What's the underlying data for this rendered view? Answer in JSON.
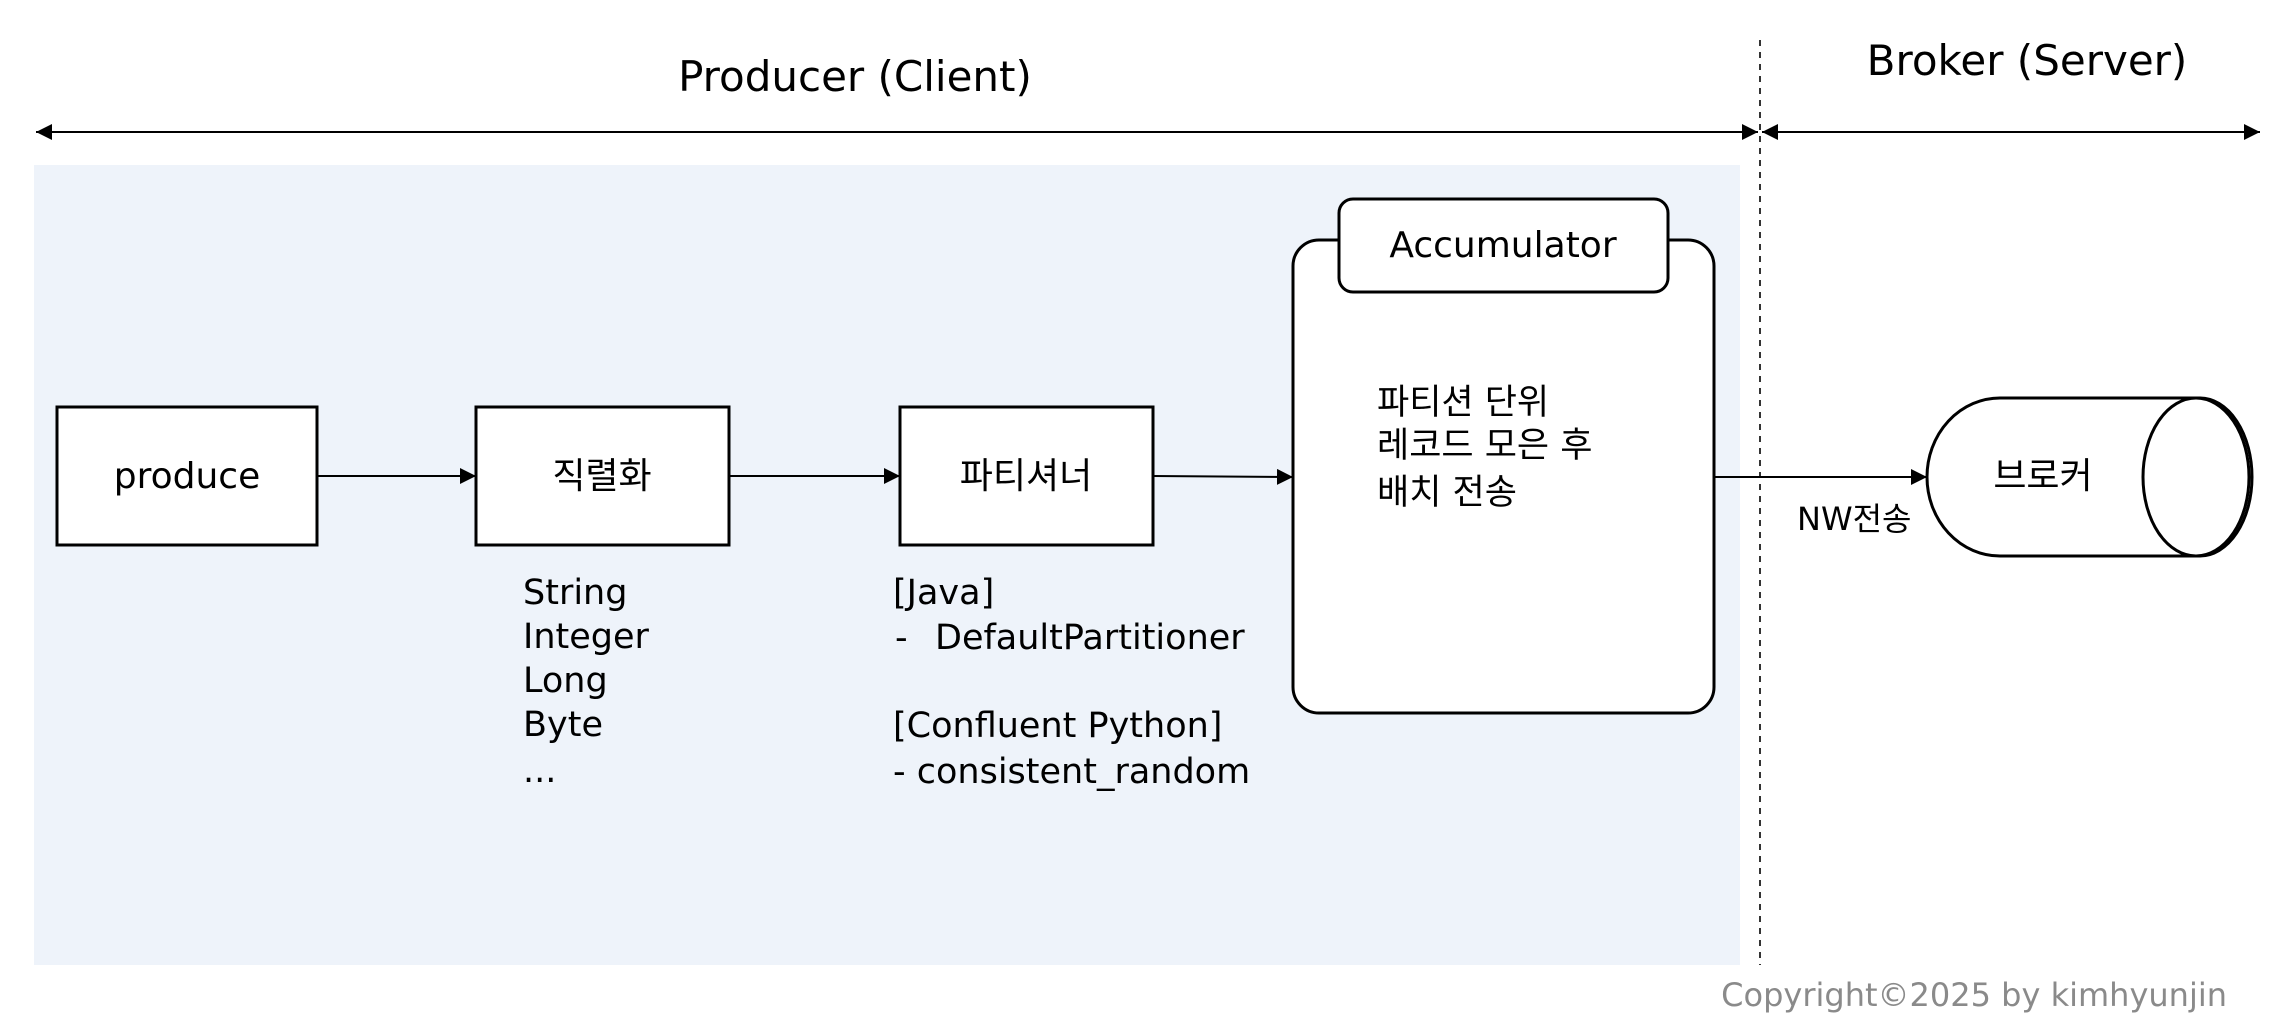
{
  "sections": {
    "producer_title": "Producer (Client)",
    "broker_title": "Broker (Server)"
  },
  "pipeline": {
    "produce": "produce",
    "serializer": "직렬화",
    "partitioner": "파티셔너",
    "accumulator_title": "Accumulator",
    "accumulator_desc": [
      "파티션 단위",
      "레코드 모은 후",
      "배치 전송"
    ],
    "network_label": "NW전송",
    "broker": "브로커"
  },
  "serializer_types": [
    "String",
    "Integer",
    "Long",
    "Byte",
    "..."
  ],
  "partitioner_notes": {
    "java_header": "[Java]",
    "java_dash": "-",
    "java_item": "DefaultPartitioner",
    "python_header": "[Confluent Python]",
    "python_item": "- consistent_random"
  },
  "copyright": "Copyright©2025 by kimhyunjin",
  "colors": {
    "producer_bg": "#eef3fa",
    "stroke": "#000000",
    "copyright": "#8a8a8a"
  }
}
